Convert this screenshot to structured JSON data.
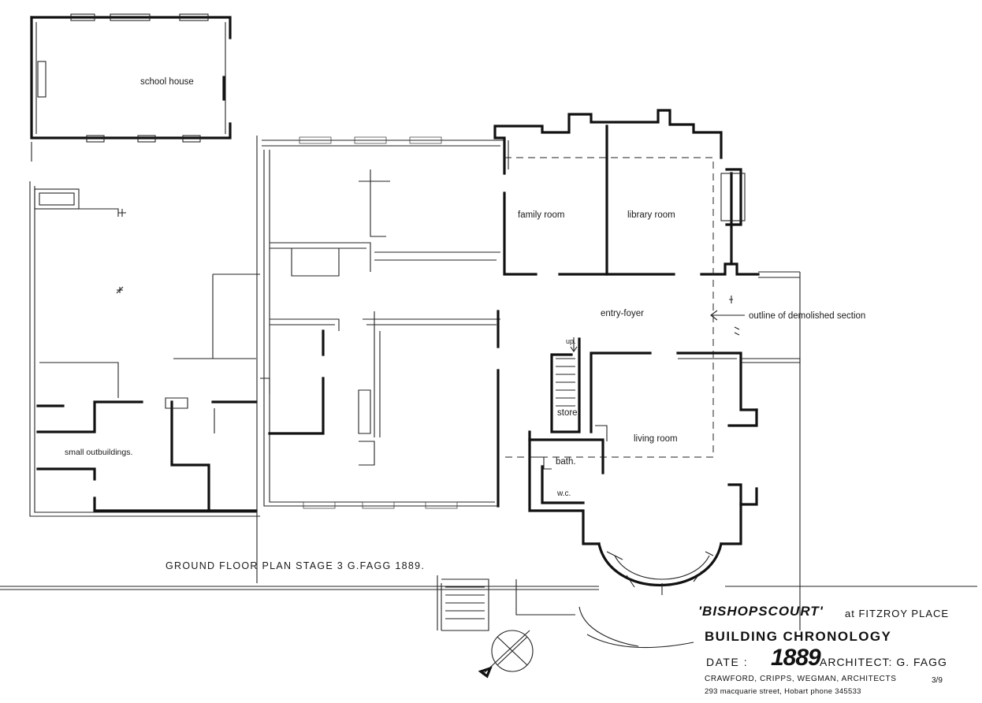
{
  "rooms": {
    "school_house": "school house",
    "family_room": "family room",
    "library_room": "library room",
    "entry_foyer": "entry-foyer",
    "living_room": "living room",
    "store": "store",
    "bath": "bath.",
    "wc": "w.c.",
    "small_outbuildings": "small outbuildings.",
    "stair_up": "up."
  },
  "annotation": {
    "demolished": "outline of demolished section"
  },
  "plan_caption": "GROUND FLOOR PLAN   STAGE 3   G.FAGG  1889.",
  "title_block": {
    "title": "'BISHOPSCOURT'",
    "at_place": "at FITZROY PLACE",
    "subtitle": "BUILDING CHRONOLOGY",
    "date_label": "DATE  :",
    "year": "1889",
    "architect": "ARCHITECT: G. FAGG",
    "firm": "CRAWFORD, CRIPPS, WEGMAN, ARCHITECTS",
    "sheet": "3/9",
    "address": "293 macquarie street, Hobart   phone 345533"
  }
}
